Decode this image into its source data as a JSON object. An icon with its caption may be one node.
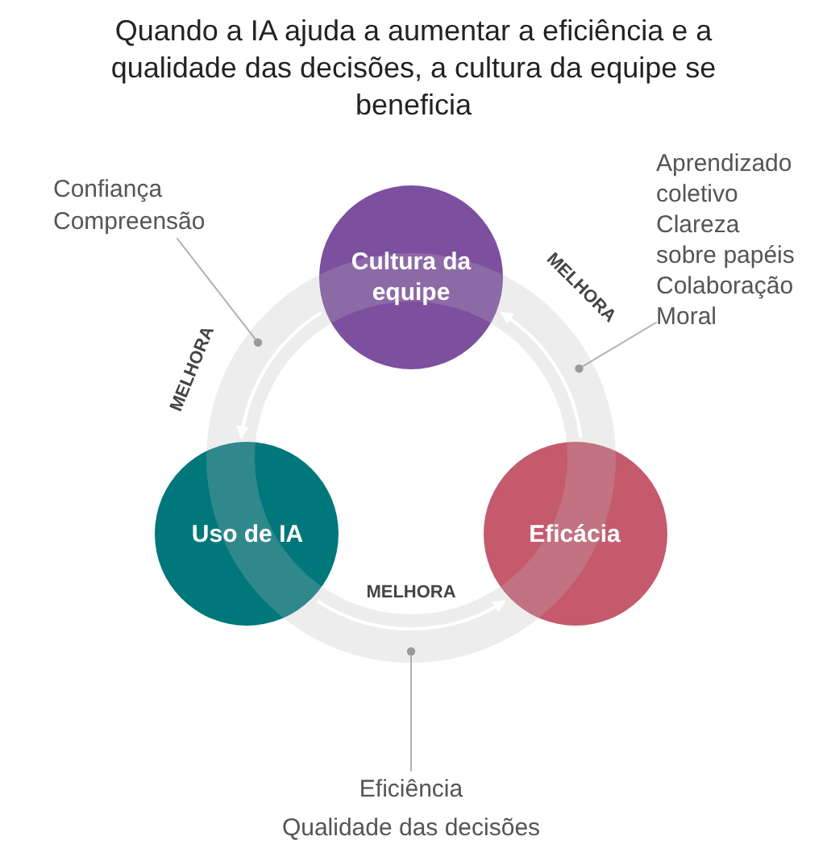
{
  "diagram": {
    "title": "Quando a IA ajuda a aumentar a eficiência e a qualidade das decisões, a cultura da equipe se beneficia",
    "nodes": [
      {
        "text": [
          "Cultura da equipe"
        ]
      },
      {
        "text": [
          "Uso de IA"
        ]
      },
      {
        "text": [
          "Eficácia"
        ]
      },
      {
        "text": [
          "Confiança",
          "Compreensão"
        ]
      },
      {
        "text": [
          "Aprendizado coletivo",
          "Clareza sobre papéis",
          "Colaboração",
          "Moral"
        ]
      },
      {
        "text": [
          "Eficiência",
          "Qualidade das decisões"
        ]
      }
    ],
    "edges": [
      {
        "from": 0,
        "to": 1,
        "arrow": "to",
        "label": "MELHORA",
        "color": "#ffffff"
      },
      {
        "from": 1,
        "to": 2,
        "arrow": "to",
        "label": "MELHORA",
        "color": "#ffffff"
      },
      {
        "from": 2,
        "to": 0,
        "arrow": "to",
        "label": "MELHORA",
        "color": "#ffffff"
      },
      {
        "from": 3,
        "to": null,
        "arrow": "other"
      },
      {
        "from": 4,
        "to": null,
        "arrow": "other"
      },
      {
        "from": 5,
        "to": null,
        "arrow": "other"
      }
    ]
  }
}
